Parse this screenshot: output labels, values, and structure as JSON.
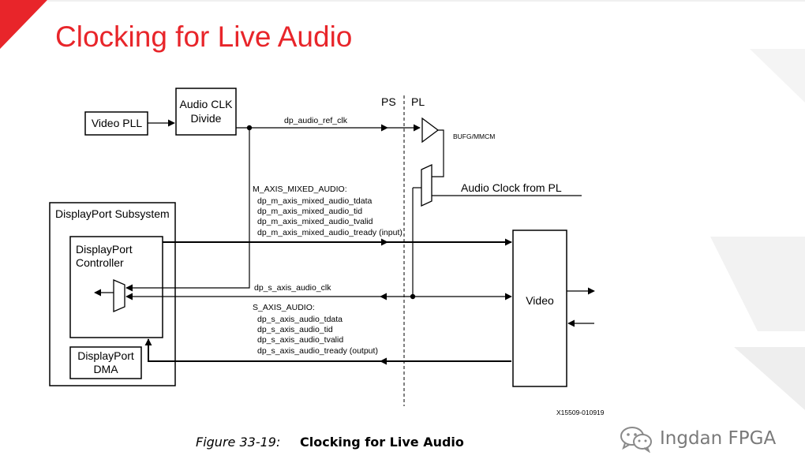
{
  "slide": {
    "title": "Clocking for Live Audio"
  },
  "colors": {
    "title": "#e8252a",
    "accent_corner": "#e8252a",
    "deco_gray": "#eeeeee"
  },
  "diagram": {
    "video_pll": "Video PLL",
    "audio_clk_divide_line1": "Audio CLK",
    "audio_clk_divide_line2": "Divide",
    "ps_label": "PS",
    "pl_label": "PL",
    "dp_audio_ref_clk": "dp_audio_ref_clk",
    "bufg_mmcm": "BUFG/MMCM",
    "audio_clock_from_pl": "Audio Clock from PL",
    "m_axis_title": "M_AXIS_MIXED_AUDIO:",
    "m_axis_signals": [
      "dp_m_axis_mixed_audio_tdata",
      "dp_m_axis_mixed_audio_tid",
      "dp_m_axis_mixed_audio_tvalid",
      "dp_m_axis_mixed_audio_tready (input)"
    ],
    "dp_subsystem": "DisplayPort Subsystem",
    "dp_controller_line1": "DisplayPort",
    "dp_controller_line2": "Controller",
    "dp_dma_line1": "DisplayPort",
    "dp_dma_line2": "DMA",
    "dp_s_axis_audio_clk": "dp_s_axis_audio_clk",
    "s_axis_title": "S_AXIS_AUDIO:",
    "s_axis_signals": [
      "dp_s_axis_audio_tdata",
      "dp_s_axis_audio_tid",
      "dp_s_axis_audio_tvalid",
      "dp_s_axis_audio_tready (output)"
    ],
    "video": "Video",
    "figure_id": "X15509-010919"
  },
  "caption": {
    "number": "Figure 33-19:",
    "text": "Clocking for Live Audio"
  },
  "watermark": {
    "icon": "wechat-icon",
    "text": "Ingdan FPGA"
  }
}
